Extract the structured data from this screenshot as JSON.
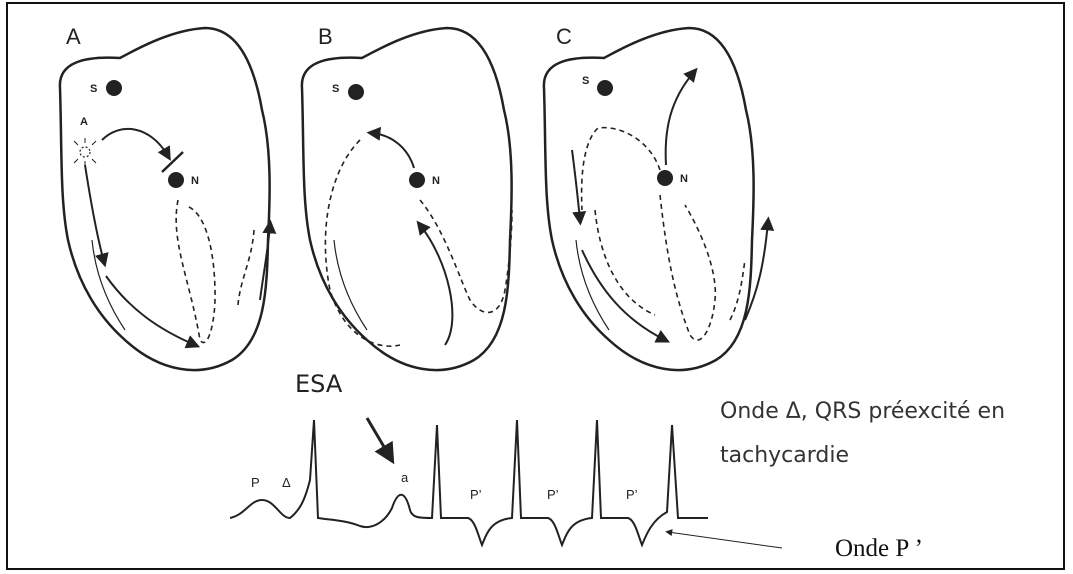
{
  "panels": [
    {
      "label": "A",
      "node_s": "S",
      "node_a": "A",
      "node_n": "N"
    },
    {
      "label": "B",
      "node_s": "S",
      "node_n": "N"
    },
    {
      "label": "C",
      "node_s": "S",
      "node_n": "N"
    }
  ],
  "ecg": {
    "esa_label": "ESA",
    "wave_labels": {
      "p": "P",
      "delta": "Δ",
      "a": "a",
      "p_prime": "P’"
    },
    "caption_line1": "Onde Δ, QRS préexcité en",
    "caption_line2": "tachycardie",
    "onde_p_label": "Onde P ’"
  }
}
